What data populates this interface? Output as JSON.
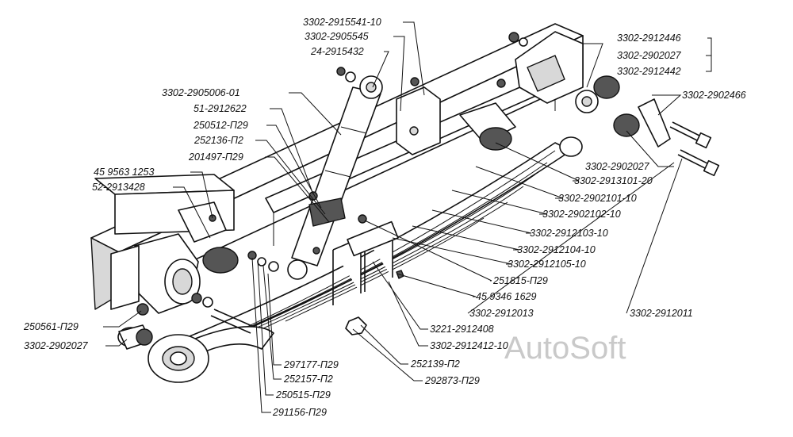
{
  "labels": {
    "l01": "3302-2915541-10",
    "l02": "3302-2905545",
    "l03": "24-2915432",
    "l04": "3302-2905006-01",
    "l05": "51-2912622",
    "l06": "250512-П29",
    "l07": "252136-П2",
    "l08": "201497-П29",
    "l09": "45 9563 1253",
    "l10": "52-2913428",
    "l11": "3302-2912446",
    "l12": "3302-2902027",
    "l13": "3302-2912442",
    "l14": "3302-2902466",
    "l15": "3302-2902027",
    "l16": "3302-2913101-20",
    "l17": "3302-2902101-10",
    "l18": "3302-2902102-10",
    "l19": "3302-2912103-10",
    "l20": "3302-2912104-10",
    "l21": "3302-2912105-10",
    "l22": "251815-П29",
    "l23": "45 9346 1629",
    "l24": "3302-2912013",
    "l25": "3302-2912011",
    "l26": "3221-2912408",
    "l27": "3302-2912412-10",
    "l28": "252139-П2",
    "l29": "292873-П29",
    "l30": "250561-П29",
    "l31": "3302-2902027",
    "l32": "297177-П29",
    "l33": "252157-П2",
    "l34": "250515-П29",
    "l35": "291156-П29"
  },
  "watermark": "AutoSoft"
}
